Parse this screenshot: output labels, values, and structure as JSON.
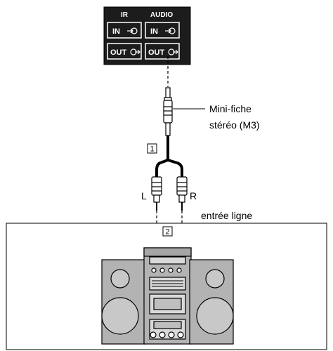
{
  "panel": {
    "headers": {
      "ir": "IR",
      "audio": "AUDIO"
    },
    "in_label": "IN",
    "out_label": "OUT"
  },
  "cable": {
    "plug_label_line1": "Mini-fiche",
    "plug_label_line2": "stéréo (M3)",
    "number_badge": "1",
    "left_label": "L",
    "right_label": "R"
  },
  "device": {
    "input_label": "entrée ligne",
    "number_badge": "2"
  }
}
